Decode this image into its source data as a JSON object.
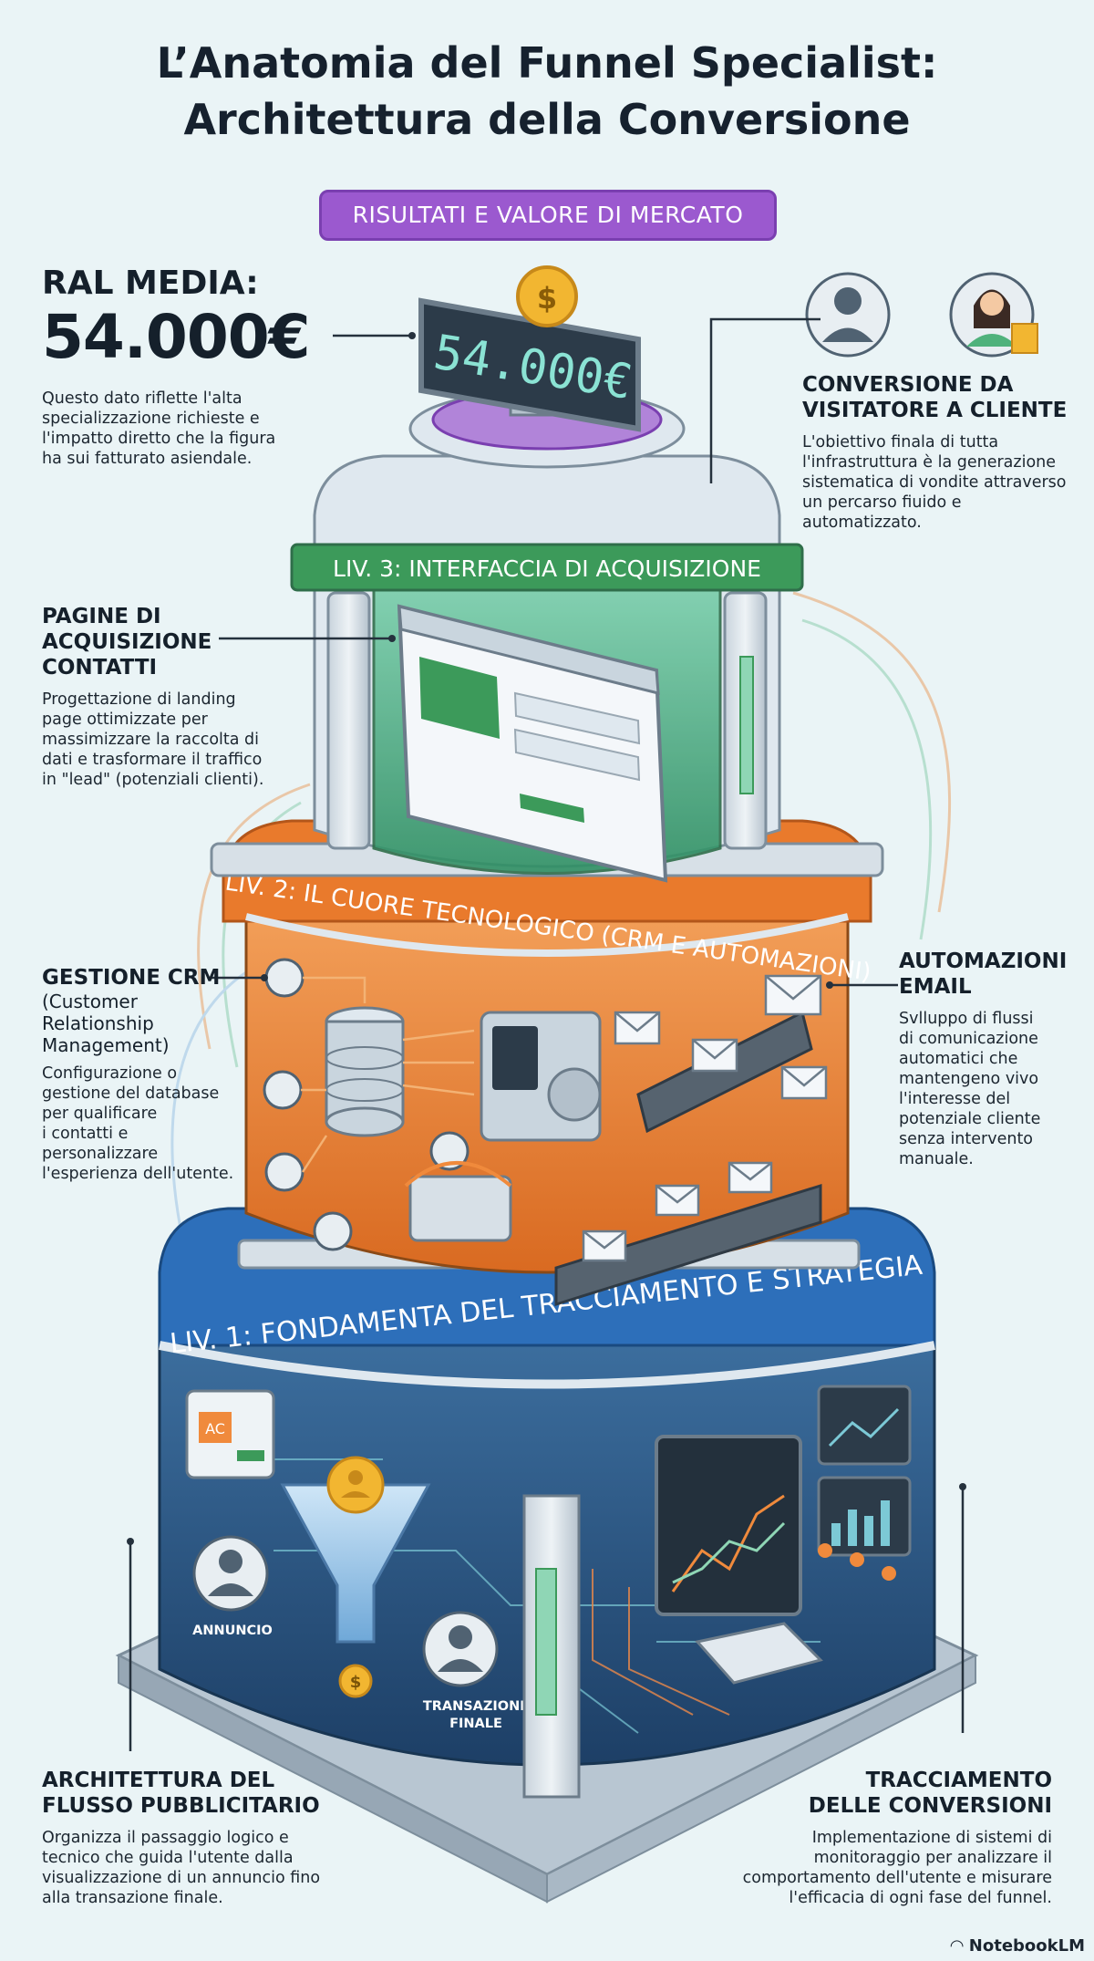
{
  "title": {
    "line1": "L’Anatomia del Funnel Specialist:",
    "line2": "Architettura della Conversione"
  },
  "badge": "RISULTATI E VALORE DI MERCATO",
  "ral": {
    "label": "RAL MEDIA:",
    "value": "54.000€",
    "display": "54.000€",
    "desc": [
      "Questo dato riflette l'alta",
      "specializzazione richieste e",
      "l'impatto diretto che la figura",
      "ha sui fatturato asiendale."
    ]
  },
  "conversion": {
    "heading": [
      "CONVERSIONE DA",
      "VISITATORE A CLIENTE"
    ],
    "desc": [
      "L'obiettivo finala di tutta",
      "l'infrastruttura è la generazione",
      "sistematica di vondite attraverso",
      "un percarso fiuido e",
      "automatizzato."
    ]
  },
  "levels": {
    "liv3": "LIV. 3: INTERFACCIA DI ACQUISIZIONE",
    "liv2": "LIV. 2: IL CUORE TECNOLOGICO (CRM E AUTOMAZIONI)",
    "liv1": "LIV. 1: FONDAMENTA DEL TRACCIAMENTO E STRATEGIA"
  },
  "pages": {
    "heading": [
      "PAGINE DI",
      "ACQUISIZIONE",
      "CONTATTI"
    ],
    "desc": [
      "Progettazione di landing",
      "page ottimizzate per",
      "massimizzare la raccolta di",
      "dati e trasformare il traffico",
      "in \"lead\" (potenziali clienti)."
    ]
  },
  "crm": {
    "heading": "GESTIONE CRM",
    "subheading": [
      "(Customer",
      "Relationship",
      "Management)"
    ],
    "desc": [
      "Configurazione o",
      "gestione del database",
      "per qualificare",
      "i contatti e",
      "personalizzare",
      "l'esperienza dell'utente."
    ]
  },
  "email": {
    "heading": [
      "AUTOMAZIONI",
      "EMAIL"
    ],
    "desc": [
      "Svlluppo di flussi",
      "di comunicazione",
      "automatici che",
      "mantengeno vivo",
      "l'interesse del",
      "potenziale cliente",
      "senza intervento",
      "manuale."
    ]
  },
  "flow": {
    "heading": [
      "ARCHITETTURA DEL",
      "FLUSSO PUBBLICITARIO"
    ],
    "desc": [
      "Organizza il passaggio logico e",
      "tecnico che guida l'utente dalla",
      "visualizzazione di un annuncio fino",
      "alla transazione finale."
    ]
  },
  "tracking": {
    "heading": [
      "TRACCIAMENTO",
      "DELLE CONVERSIONI"
    ],
    "desc": [
      "Implementazione di sistemi di",
      "monitoraggio per analizzare il",
      "comportamento dell'utente e misurare",
      "l'efficacia di ogni fase del funnel."
    ]
  },
  "scene_labels": {
    "annuncio": "ANNUNCIO",
    "transazione1": "TRANSAZIONE",
    "transazione2": "FINALE",
    "ad_icon": "AC",
    "coin": "$"
  },
  "brand": "NotebookLM",
  "colors": {
    "level3": "#3c9a5a",
    "level2": "#e97a2c",
    "level1": "#2d6fba",
    "badge": "#9b59cf"
  }
}
